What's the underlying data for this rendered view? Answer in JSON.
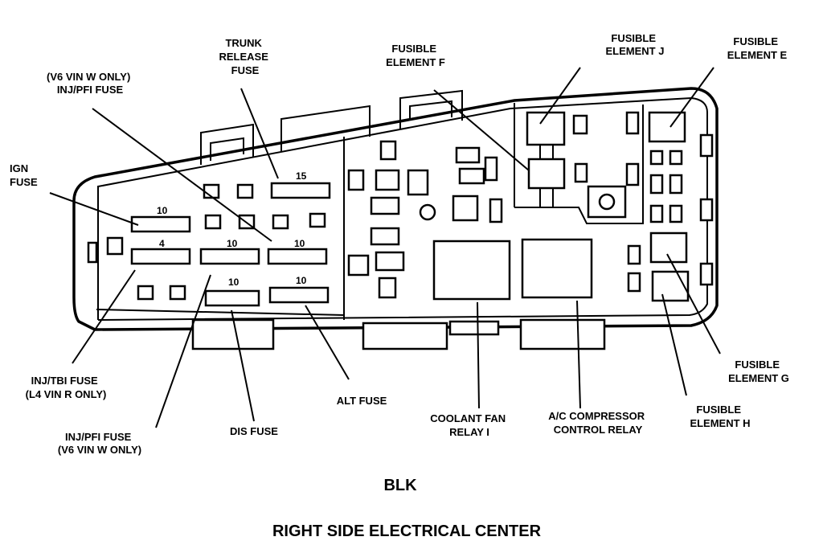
{
  "labels": {
    "trunk_release_fuse": [
      "TRUNK",
      "RELEASE",
      "FUSE"
    ],
    "v6_inj_pfi_top": [
      "(V6 VIN W ONLY)",
      "INJ/PFI FUSE"
    ],
    "ign_fuse": [
      "IGN",
      "FUSE"
    ],
    "fusible_element_f": [
      "FUSIBLE",
      "ELEMENT F"
    ],
    "fusible_element_j": [
      "FUSIBLE",
      "ELEMENT J"
    ],
    "fusible_element_e": [
      "FUSIBLE",
      "ELEMENT E"
    ],
    "inj_tbi_fuse": [
      "INJ/TBI FUSE",
      "(L4 VIN R ONLY)"
    ],
    "inj_pfi_bottom": [
      "INJ/PFI FUSE",
      "(V6 VIN W ONLY)"
    ],
    "dis_fuse": [
      "DIS FUSE"
    ],
    "alt_fuse": [
      "ALT FUSE"
    ],
    "coolant_fan_relay": [
      "COOLANT FAN",
      "RELAY I"
    ],
    "ac_compressor_relay": [
      "A/C COMPRESSOR",
      "CONTROL RELAY"
    ],
    "fusible_element_g": [
      "FUSIBLE",
      "ELEMENT G"
    ],
    "fusible_element_h": [
      "FUSIBLE",
      "ELEMENT H"
    ]
  },
  "fuse_ratings": {
    "f15": "15",
    "f10_top_left": "10",
    "f4": "4",
    "f10_mid": "10",
    "f10_right_upper": "10",
    "f10_bottom_mid": "10",
    "f10_bottom_right": "10"
  },
  "color_label": "BLK",
  "caption": "RIGHT SIDE ELECTRICAL CENTER"
}
